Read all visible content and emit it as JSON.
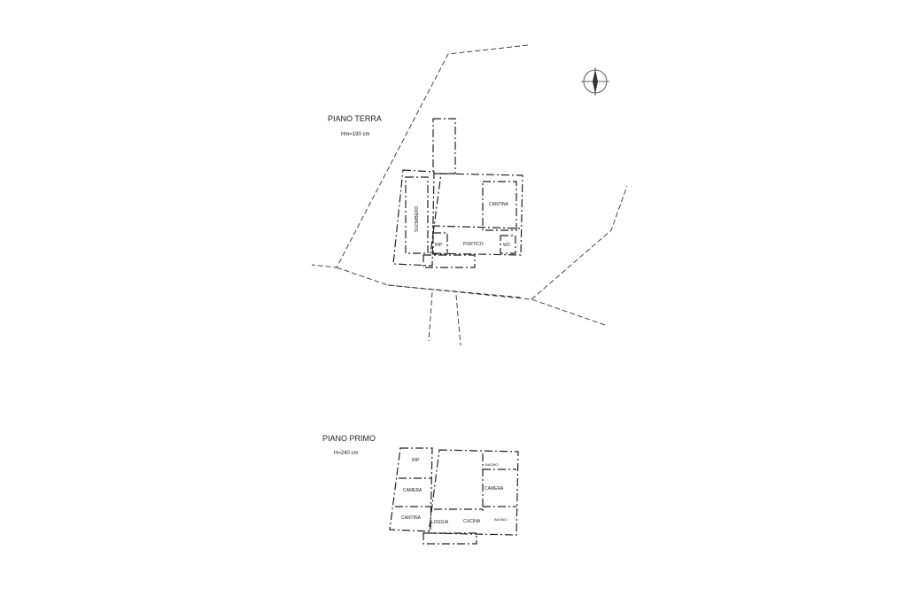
{
  "ground_floor": {
    "title": "PIANO TERRA",
    "height_note": "Hm=190 cm",
    "rooms": [
      "SGOMBERO",
      "CANTINA",
      "RIP",
      "PORTICO",
      "WC"
    ]
  },
  "first_floor": {
    "title": "PIANO PRIMO",
    "height_note": "H=240 cm",
    "rooms": [
      "RIP",
      "CAMERA",
      "CANTINA",
      "LOGGIA",
      "CUCINA",
      "CAMERA",
      "BAGNO",
      "BAGNO"
    ]
  },
  "icons": {
    "north": "compass-rose-icon"
  }
}
